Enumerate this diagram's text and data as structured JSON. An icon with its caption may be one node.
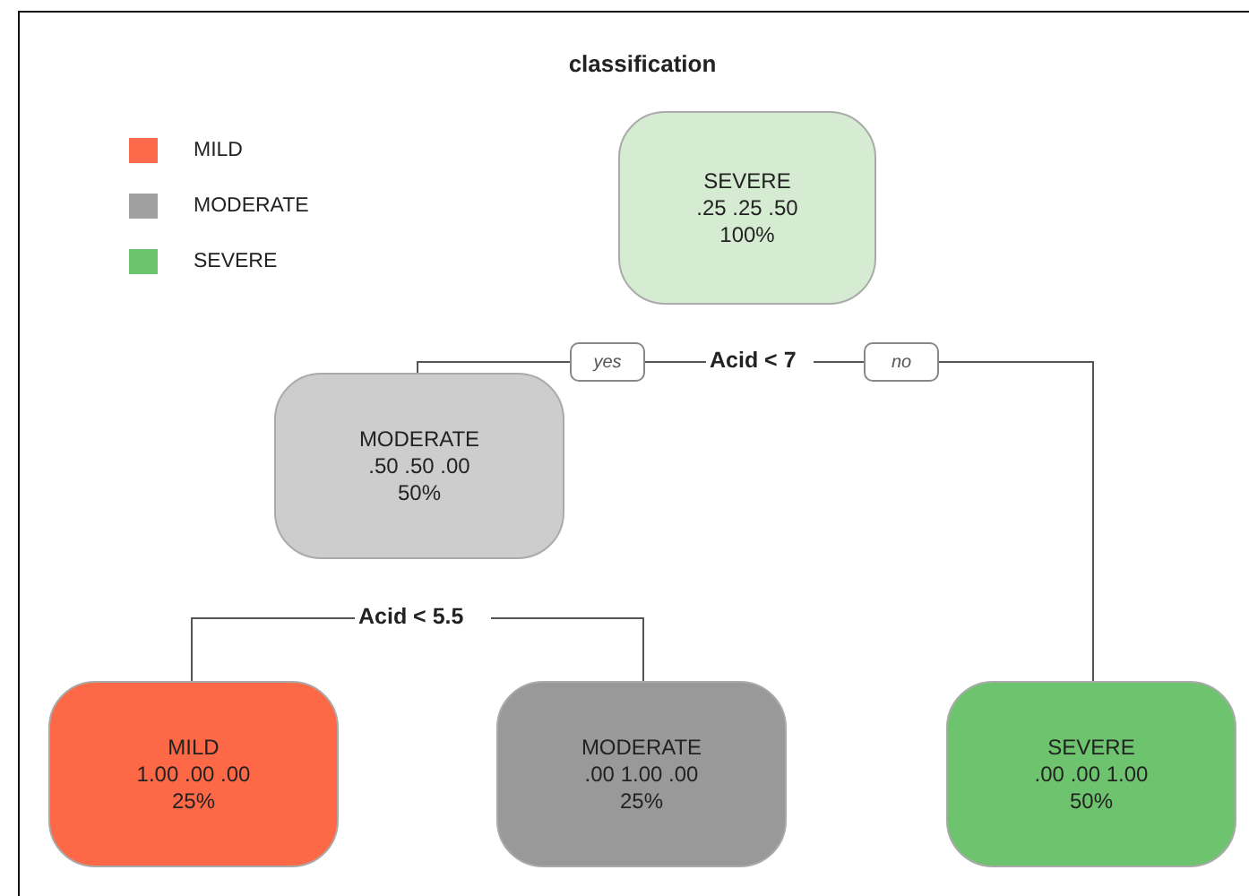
{
  "diagram": {
    "title": "classification",
    "nodes": [
      {
        "text": [
          "SEVERE",
          ".25 .25 .50",
          "100%"
        ]
      },
      {
        "text": [
          "Acid < 7"
        ]
      },
      {
        "text": [
          "MODERATE",
          ".50 .50 .00",
          "50%"
        ]
      },
      {
        "text": [
          "Acid < 5.5"
        ]
      },
      {
        "text": [
          "MILD",
          "1.00 .00 .00",
          "25%"
        ]
      },
      {
        "text": [
          "MODERATE",
          ".00 1.00 .00",
          "25%"
        ]
      },
      {
        "text": [
          "SEVERE",
          ".00 .00 1.00",
          "50%"
        ]
      }
    ],
    "edges": [
      {
        "from": 1,
        "to": 2,
        "arrow": "none",
        "label": "yes"
      },
      {
        "from": 1,
        "to": 6,
        "arrow": "none",
        "label": "no"
      },
      {
        "from": 3,
        "to": 4,
        "arrow": "none"
      },
      {
        "from": 3,
        "to": 5,
        "arrow": "none"
      }
    ],
    "legend": [
      {
        "text": "MILD",
        "color": "#fd6a4b"
      },
      {
        "text": "MODERATE",
        "color": "#a0a0a0"
      },
      {
        "text": "SEVERE",
        "color": "#6cc46c"
      }
    ]
  }
}
